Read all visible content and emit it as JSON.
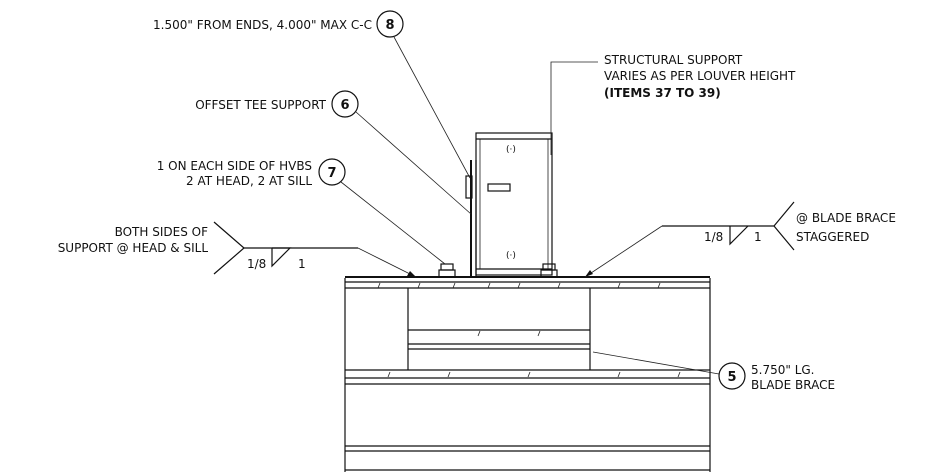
{
  "callouts": {
    "item_8": {
      "number": "8",
      "text": "1.500\" FROM ENDS, 4.000\" MAX C-C"
    },
    "item_6": {
      "number": "6",
      "text": "OFFSET TEE SUPPORT"
    },
    "item_7": {
      "number": "7",
      "line1": "1 ON EACH SIDE OF HVBS",
      "line2": "2 AT HEAD, 2 AT SILL"
    },
    "item_5": {
      "number": "5",
      "line1": "5.750\" LG.",
      "line2": "BLADE BRACE"
    }
  },
  "structural_note": {
    "line1": "STRUCTURAL SUPPORT",
    "line2": "VARIES AS PER LOUVER HEIGHT",
    "line3": "(ITEMS 37 TO 39)"
  },
  "weld_left": {
    "line1": "BOTH SIDES OF",
    "line2": "SUPPORT @ HEAD & SILL",
    "size": "1/8",
    "length": "1"
  },
  "weld_right": {
    "line1": "@ BLADE BRACE",
    "line2": "STAGGERED",
    "size": "1/8",
    "length": "1"
  }
}
